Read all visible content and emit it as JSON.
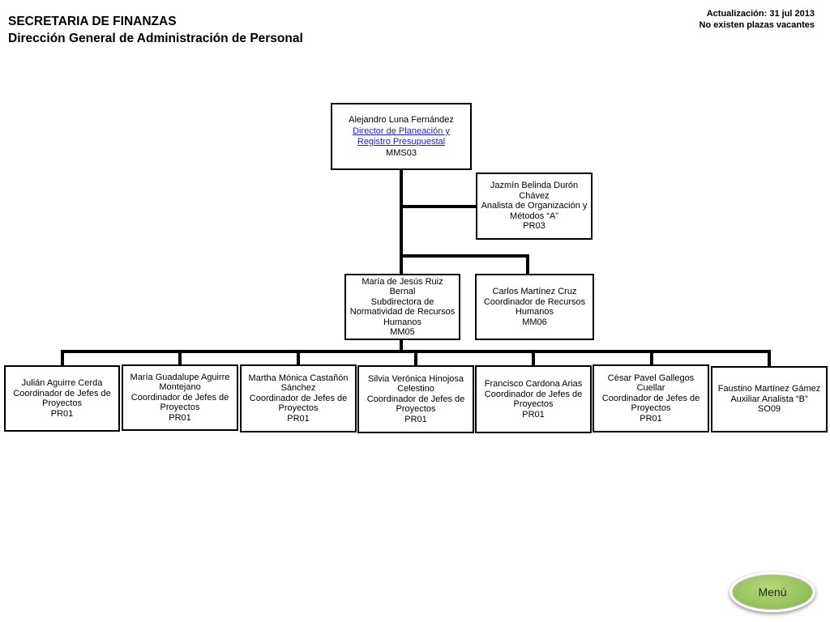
{
  "header": {
    "org": "SECRETARIA DE FINANZAS",
    "dept": "Dirección General de Administración de Personal",
    "update": "Actualización: 31 jul 2013",
    "vacancies": "No existen plazas  vacantes"
  },
  "chart": {
    "director": {
      "name": "Alejandro Luna Fernández",
      "title_l1": "Director de Planeación y",
      "title_l2": "Registro Presupuestal",
      "code": "MMS03"
    },
    "staff": {
      "l1": "Jazmín Belinda Durón",
      "l2": "Chávez",
      "l3": "Analista de Organización y",
      "l4": "Métodos “A”",
      "l5": "PR03"
    },
    "subdirector": {
      "l1": "María de Jesús Ruiz",
      "l2": "Bernal",
      "l3": "Subdirectora de",
      "l4": "Normatividad de Recursos",
      "l5": "Humanos",
      "l6": "MM05"
    },
    "coordinator": {
      "l1": "Carlos Martínez Cruz",
      "l2": "Coordinador de Recursos",
      "l3": "Humanos",
      "l4": "MM06"
    },
    "bottom": [
      {
        "l1": "Julián Aguirre Cerda",
        "l2": "Coordinador de Jefes de",
        "l3": "Proyectos",
        "l4": "PR01"
      },
      {
        "l1": "María Guadalupe Aguirre",
        "l2": "Montejano",
        "l3": "Coordinador de Jefes de",
        "l4": "Proyectos",
        "l5": "PR01"
      },
      {
        "l1": "Martha Mónica Castañón",
        "l2": "Sánchez",
        "l3": "Coordinador de Jefes de",
        "l4": "Proyectos",
        "l5": "PR01"
      },
      {
        "l1": "Silvia Verónica Hinojosa",
        "l2": "Celestino",
        "l3": "Coordinador de Jefes de",
        "l4": "Proyectos",
        "l5": "PR01"
      },
      {
        "l1": "Francisco Cardona Arias",
        "l2": "Coordinador de Jefes de",
        "l3": "Proyectos",
        "l4": "PR01"
      },
      {
        "l1": "César Pavel Gallegos",
        "l2": "Cuellar",
        "l3": "Coordinador de Jefes de",
        "l4": "Proyectos",
        "l5": "PR01"
      },
      {
        "l1": "Faustino Martínez Gámez",
        "l2": "Auxiliar Analista “B”",
        "l3": "SO09"
      }
    ]
  },
  "menu": {
    "label": "Menú"
  }
}
